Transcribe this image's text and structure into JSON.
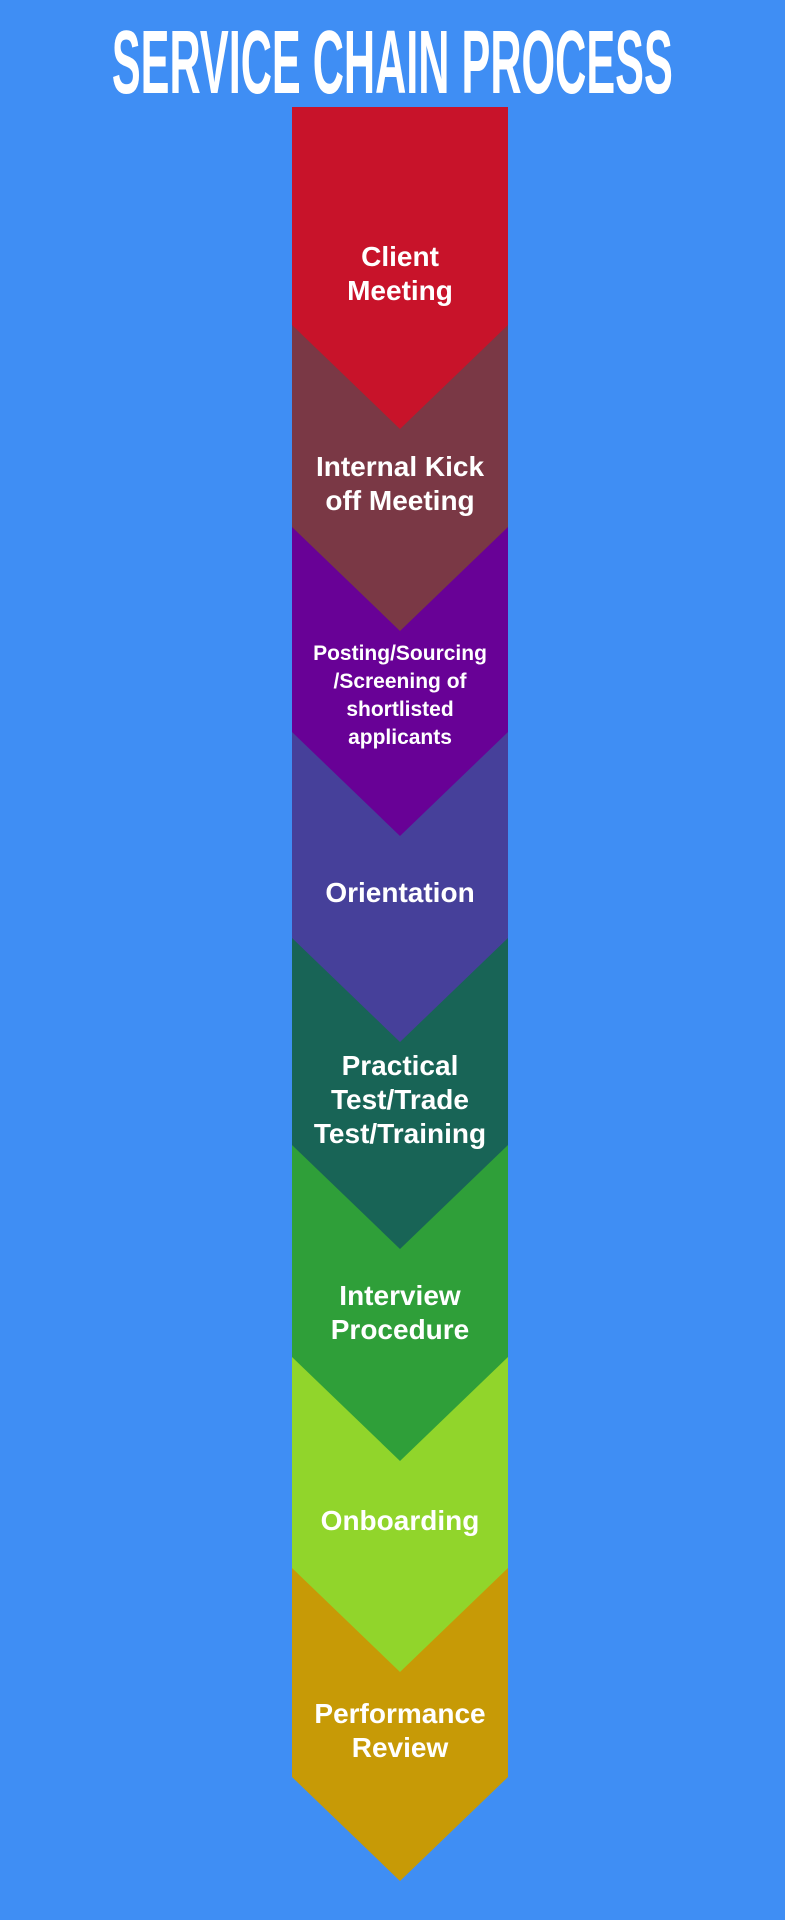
{
  "page": {
    "background_color": "#3F8EF4"
  },
  "title": {
    "text": "SERVICE CHAIN PROCESS",
    "color": "#FFFFFF"
  },
  "process": {
    "steps": [
      {
        "label": "Client\nMeeting",
        "color": "#C8132A"
      },
      {
        "label": "Internal Kick\noff Meeting",
        "color": "#7A3845"
      },
      {
        "label": "Posting/Sourcing\n/Screening of\nshortlisted\napplicants",
        "color": "#680196"
      },
      {
        "label": "Orientation",
        "color": "#46409A"
      },
      {
        "label": "Practical\nTest/Trade\nTest/Training",
        "color": "#186456"
      },
      {
        "label": "Interview\nProcedure",
        "color": "#2F9F39"
      },
      {
        "label": "Onboarding",
        "color": "#91D52B"
      },
      {
        "label": "Performance\nReview",
        "color": "#C79A06"
      }
    ]
  }
}
